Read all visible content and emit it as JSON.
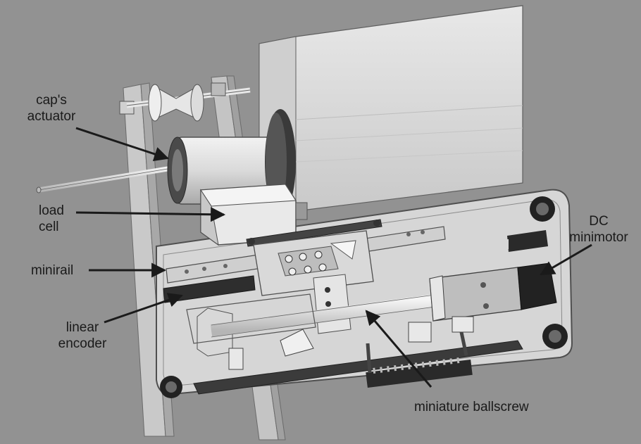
{
  "labels": {
    "caps_actuator": [
      "cap's",
      "actuator"
    ],
    "load_cell": [
      "load",
      "cell"
    ],
    "minirail": "minirail",
    "linear_encoder": [
      "linear",
      "encoder"
    ],
    "dc_minimotor": [
      "DC",
      "minimotor"
    ],
    "miniature_ballscrew": "miniature ballscrew"
  },
  "colors": {
    "background": "#8e8e8e",
    "plate": "#d6d6d6",
    "housing": "#e2e2e2",
    "dark": "#2c2c2c",
    "arrow": "#1a1a1a"
  }
}
